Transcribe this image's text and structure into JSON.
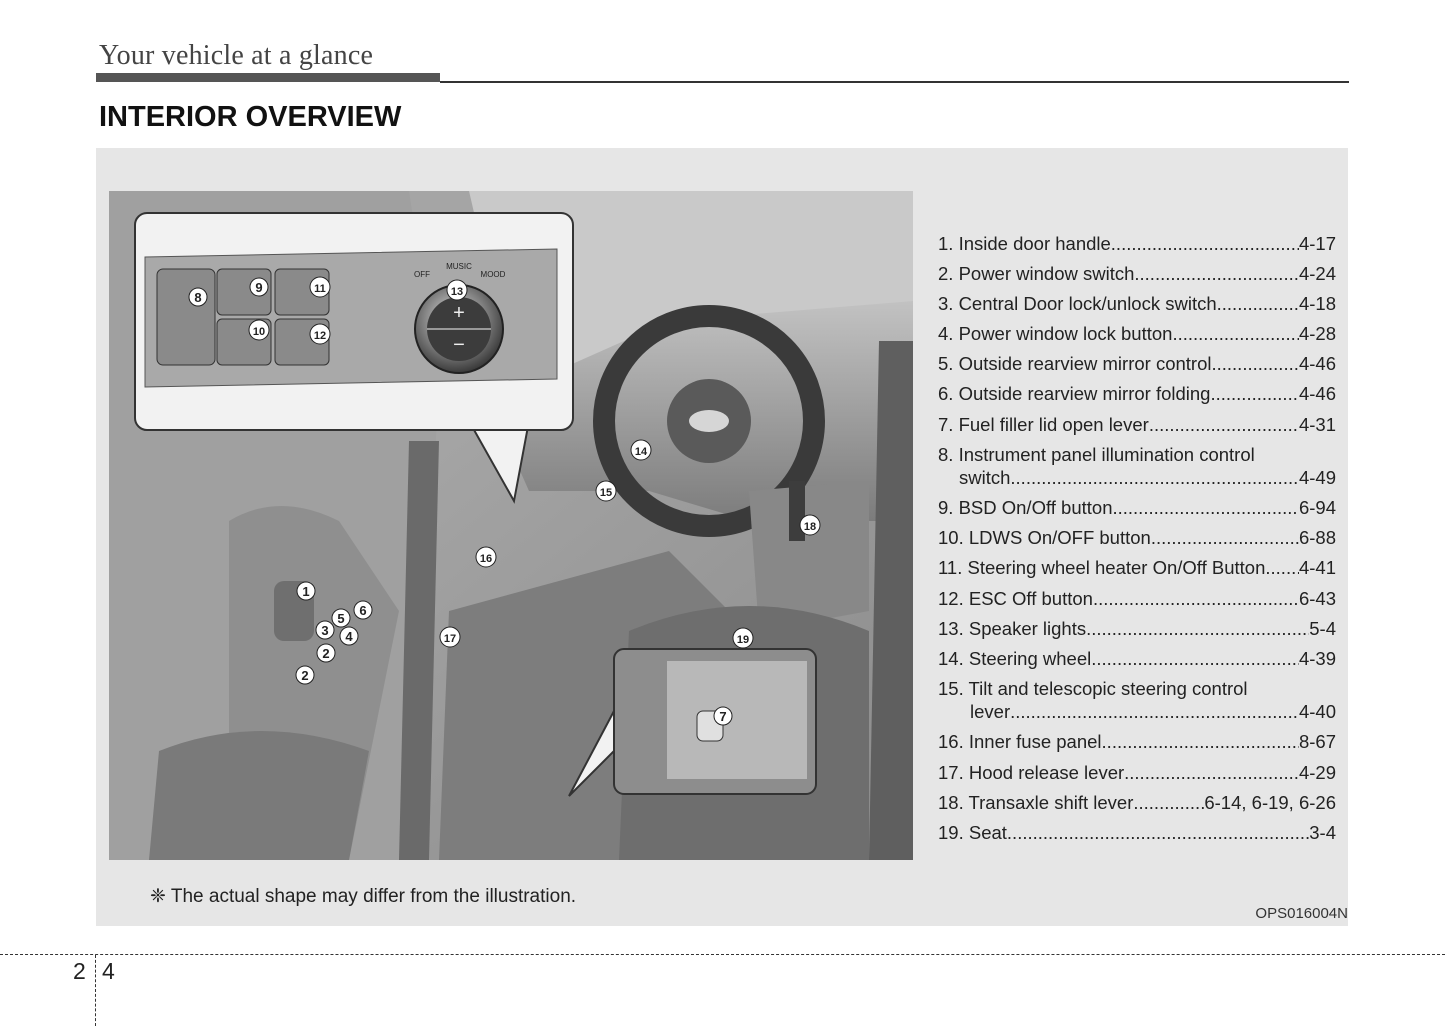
{
  "header": {
    "section_title": "Your vehicle at a glance",
    "page_heading": "INTERIOR OVERVIEW"
  },
  "illustration": {
    "callouts": [
      "1",
      "2",
      "2",
      "3",
      "4",
      "5",
      "6",
      "7",
      "8",
      "9",
      "10",
      "11",
      "12",
      "13",
      "14",
      "15",
      "16",
      "17",
      "18",
      "19"
    ],
    "knob_labels": {
      "off": "OFF",
      "music": "MUSIC",
      "mood": "MOOD"
    },
    "knob_plus": "+",
    "knob_minus": "−"
  },
  "items": [
    {
      "label": "1. Inside door handle ",
      "page": "4-17"
    },
    {
      "label": "2. Power window switch ",
      "page": "4-24"
    },
    {
      "label": "3. Central Door lock/unlock switch ",
      "page": "4-18"
    },
    {
      "label": "4. Power window lock button",
      "page": "4-28"
    },
    {
      "label": "5. Outside rearview mirror control",
      "page": "4-46"
    },
    {
      "label": "6. Outside rearview mirror folding ",
      "page": "4-46"
    },
    {
      "label": "7. Fuel filler lid open lever ",
      "page": "4-31"
    },
    {
      "label": "8. Instrument panel illumination control",
      "cont": "switch ",
      "page": "4-49"
    },
    {
      "label": "9. BSD On/Off button ",
      "page": "6-94"
    },
    {
      "label": "10. LDWS On/OFF button",
      "page": "6-88"
    },
    {
      "label": "11. Steering wheel heater On/Off Button",
      "page": "4-41"
    },
    {
      "label": "12. ESC Off button",
      "page": "6-43"
    },
    {
      "label": "13. Speaker lights ",
      "page": "5-4"
    },
    {
      "label": "14. Steering wheel ",
      "page": "4-39"
    },
    {
      "label": "15. Tilt and telescopic steering control",
      "cont": "lever",
      "page": "4-40"
    },
    {
      "label": "16. Inner fuse panel ",
      "page": "8-67"
    },
    {
      "label": "17. Hood release lever ",
      "page": "4-29"
    },
    {
      "label": "18. Transaxle shift lever ",
      "page": "6-14, 6-19, 6-26"
    },
    {
      "label": "19. Seat",
      "page": "3-4"
    }
  ],
  "note": "❈ The actual shape may differ from the illustration.",
  "figure_code": "OPS016004N",
  "footer": {
    "chapter": "2",
    "page": "4"
  }
}
